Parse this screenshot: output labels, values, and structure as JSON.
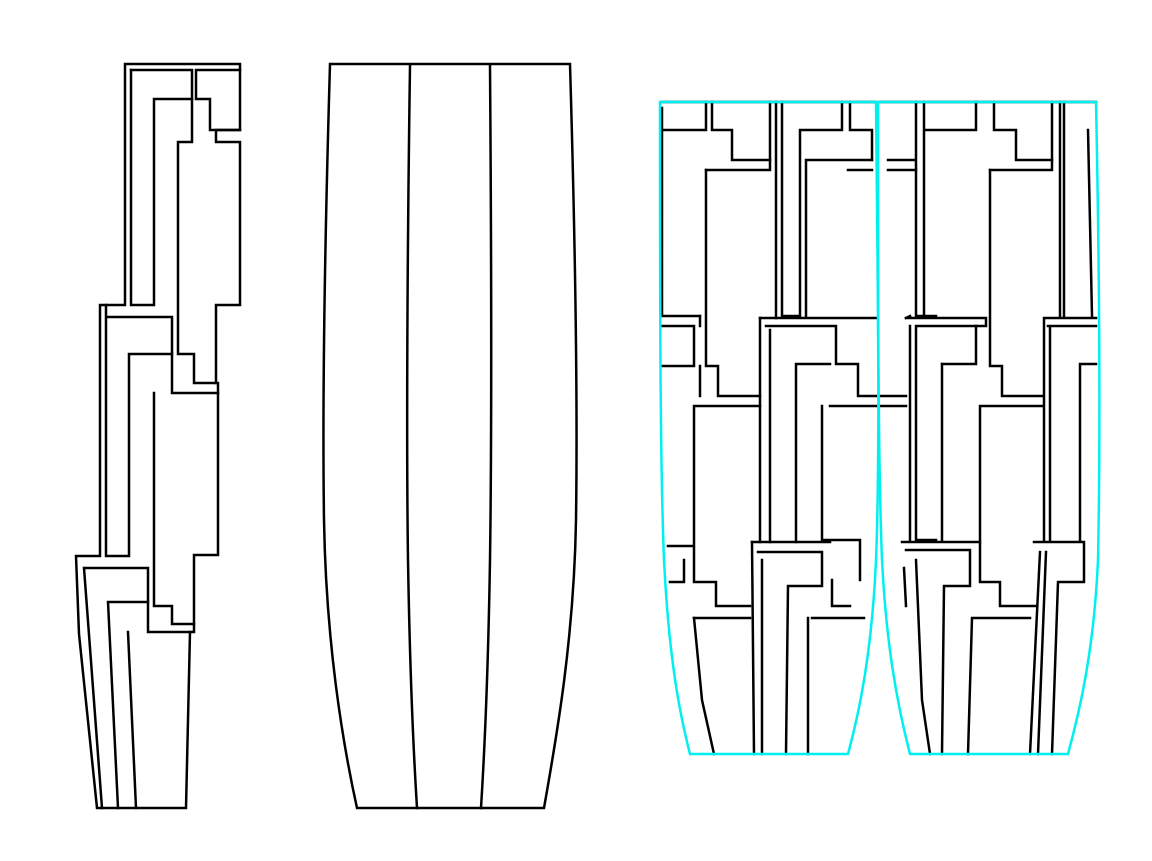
{
  "colors": {
    "background": "#ffffff",
    "ink": "#000000",
    "guide": "#00f0f0"
  },
  "panels": [
    {
      "name": "stacked-tile-strip",
      "description_id": "left"
    },
    {
      "name": "blank-cylinder-blank",
      "description_id": "middle"
    },
    {
      "name": "tiled-cylinder-preview",
      "description_id": "right"
    }
  ]
}
